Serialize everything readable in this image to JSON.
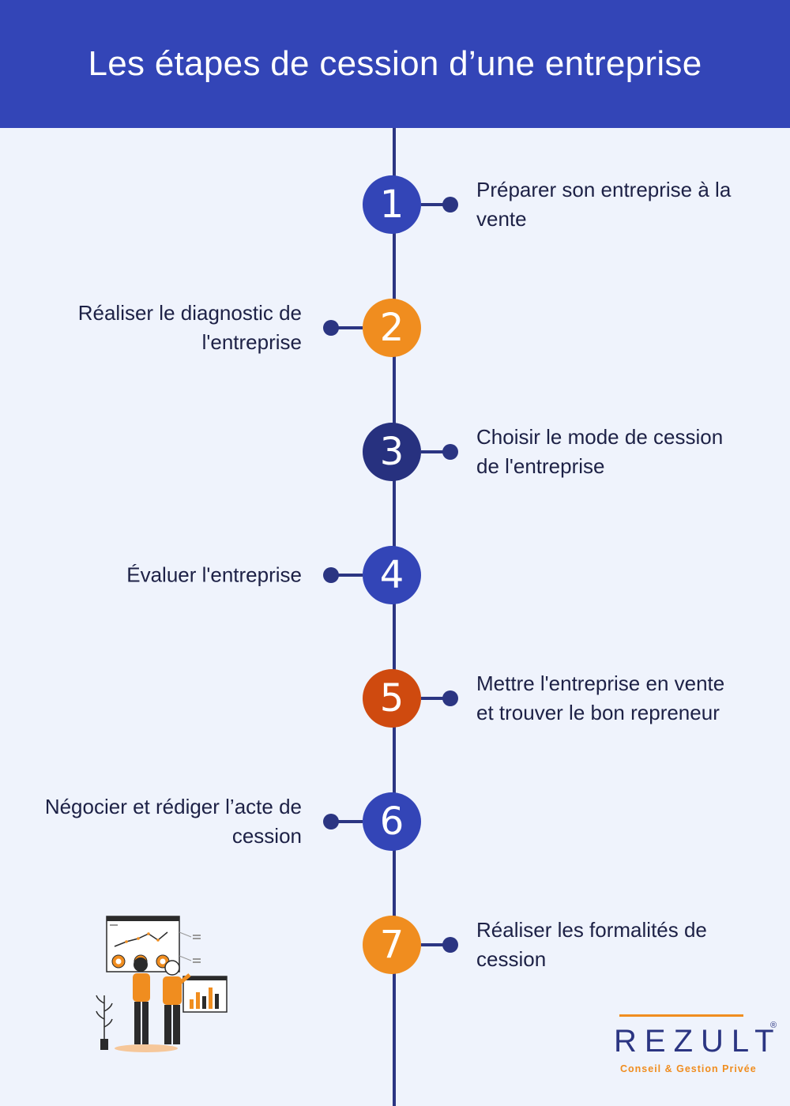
{
  "header": {
    "title": "Les étapes de cession d’une entreprise"
  },
  "steps": [
    {
      "number": "1",
      "label": "Préparer son entreprise à la vente",
      "color": "#3345b7"
    },
    {
      "number": "2",
      "label": "Réaliser le diagnostic de l'entreprise",
      "color": "#f08d1f"
    },
    {
      "number": "3",
      "label": "Choisir le mode de cession de l'entreprise",
      "color": "#27317f"
    },
    {
      "number": "4",
      "label": "Évaluer l'entreprise",
      "color": "#3345b7"
    },
    {
      "number": "5",
      "label": "Mettre l'entreprise en vente et trouver le bon repreneur",
      "color": "#cf4a0f"
    },
    {
      "number": "6",
      "label": "Négocier et rédiger l’acte de cession",
      "color": "#3345b7"
    },
    {
      "number": "7",
      "label": "Réaliser les formalités de cession",
      "color": "#f08d1f"
    }
  ],
  "logo": {
    "name": "REZULT",
    "registered": "®",
    "tagline": "Conseil & Gestion Privée"
  },
  "colors": {
    "header_bg": "#3345b7",
    "background": "#eff3fc",
    "timeline": "#2b3582",
    "accent_orange": "#f08d1f"
  },
  "icons": {
    "illustration": "business-analysts-illustration-icon"
  }
}
